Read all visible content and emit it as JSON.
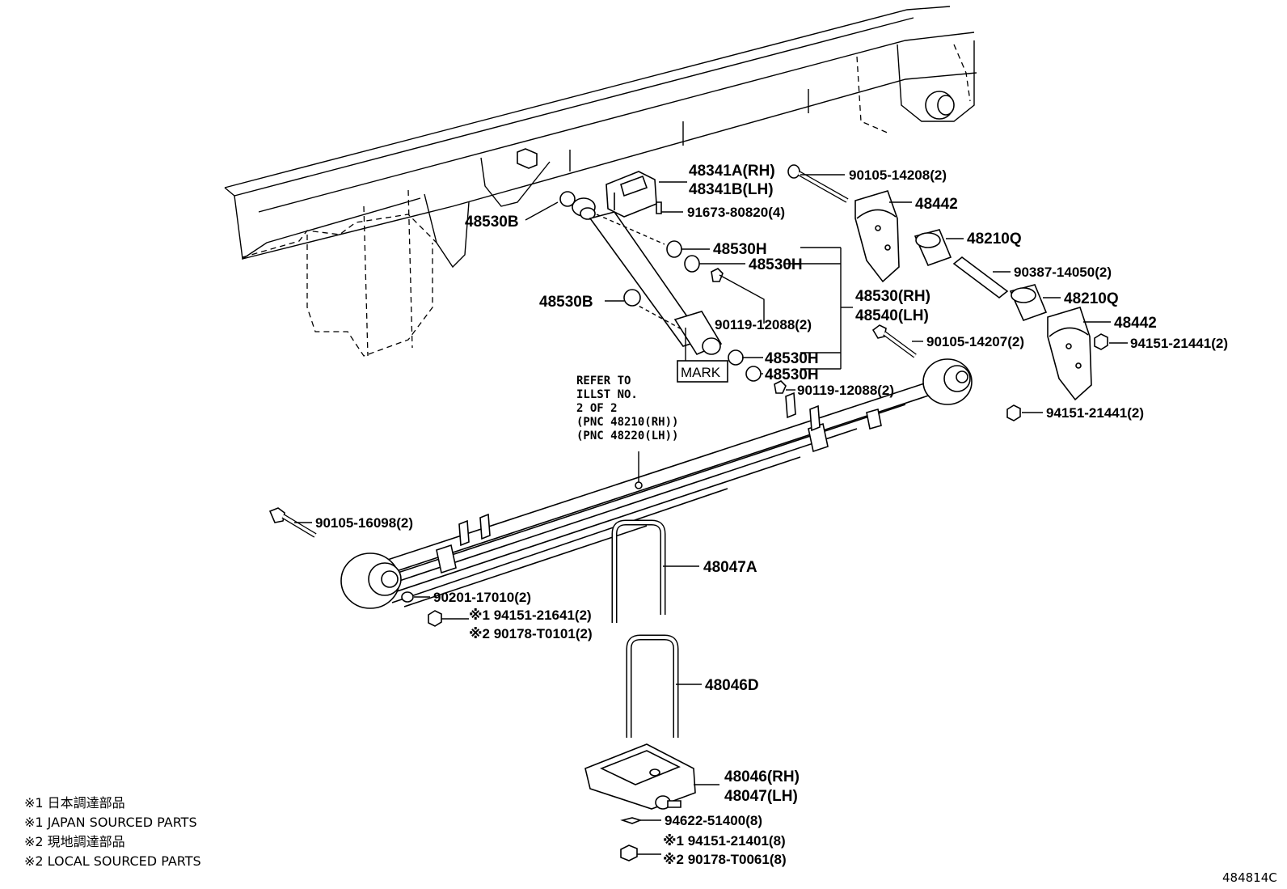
{
  "diagram": {
    "code": "484814C",
    "callouts": {
      "c48341": [
        "48341A(RH)",
        "48341B(LH)"
      ],
      "c90105_14208": "90105-14208(2)",
      "c48442_top": "48442",
      "c48530B_top": "48530B",
      "c91673": "91673-80820(4)",
      "c48210Q_top": "48210Q",
      "c48530H_1": "48530H",
      "c48530H_2": "48530H",
      "c90387": "90387-14050(2)",
      "c48530_rh": "48530(RH)",
      "c48540_lh": "48540(LH)",
      "c48210Q_bot": "48210Q",
      "c48442_bot": "48442",
      "c48530B_mid": "48530B",
      "c90119_a": "90119-12088(2)",
      "c90105_14207": "90105-14207(2)",
      "c94151_21441_a": "94151-21441(2)",
      "c48530H_3": "48530H",
      "c48530H_4": "48530H",
      "mark": "MARK",
      "c90119_b": "90119-12088(2)",
      "c94151_21441_b": "94151-21441(2)",
      "c90105_16098": "90105-16098(2)",
      "c48047A": "48047A",
      "c90201": "90201-17010(2)",
      "c94151_21641": "※1 94151-21641(2)",
      "c90178_T0101": "※2 90178-T0101(2)",
      "c48046D": "48046D",
      "c48046_rh": "48046(RH)",
      "c48047_lh": "48047(LH)",
      "c94622": "94622-51400(8)",
      "c94151_21401": "※1 94151-21401(8)",
      "c90178_T0061": "※2 90178-T0061(8)"
    },
    "refer_note": [
      "REFER TO",
      "ILLST NO.",
      "2 OF 2",
      "(PNC 48210(RH))",
      "(PNC 48220(LH))"
    ],
    "legend": [
      "※1 日本調達部品",
      "※1 JAPAN SOURCED PARTS",
      "※2 現地調達部品",
      "※2 LOCAL SOURCED PARTS"
    ]
  }
}
